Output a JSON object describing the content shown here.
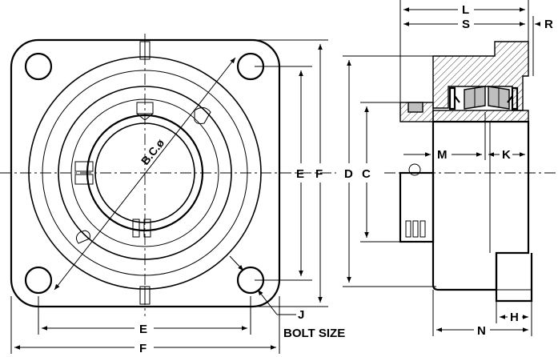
{
  "labels": {
    "bc": "B.C.ø",
    "e_left": "E",
    "f_left": "F",
    "e_bottom": "E",
    "f_bottom": "F",
    "d": "D",
    "c": "C",
    "j": "J",
    "bolt_size": "BOLT SIZE",
    "l": "L",
    "s": "S",
    "r": "R",
    "m": "M",
    "k": "K",
    "h": "H",
    "n": "N"
  }
}
